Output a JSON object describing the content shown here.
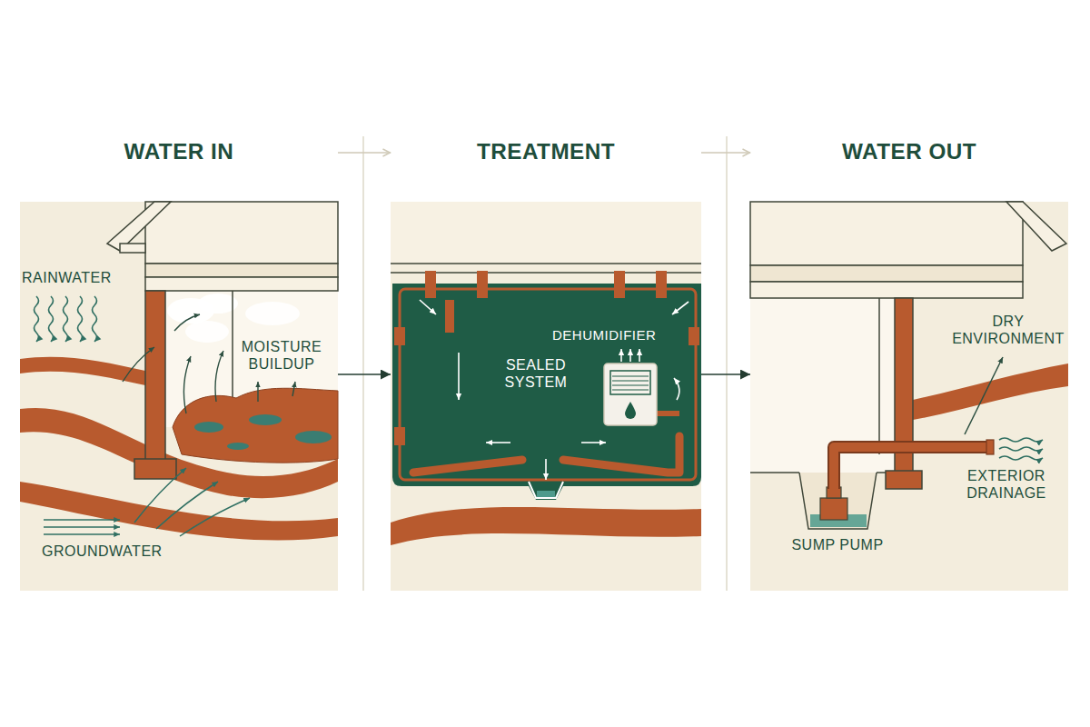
{
  "diagram": {
    "nodes": [
      {
        "text": [
          "WATER IN"
        ]
      },
      {
        "text": [
          "TREATMENT"
        ]
      },
      {
        "text": [
          "WATER OUT"
        ]
      }
    ],
    "edges": [
      {
        "from": 0,
        "to": 1,
        "arrow": "to"
      },
      {
        "from": 1,
        "to": 2,
        "arrow": "to"
      },
      {
        "from": 0,
        "to": 1,
        "arrow": "to"
      },
      {
        "from": 1,
        "to": 2,
        "arrow": "to"
      }
    ],
    "labels": [
      "RAINWATER",
      "MOISTURE BUILDUP",
      "GROUNDWATER",
      "SEALED SYSTEM",
      "DEHUMIDIFIER",
      "DRY ENVIRONMENT",
      "EXTERIOR DRAINAGE",
      "SUMP PUMP"
    ]
  }
}
